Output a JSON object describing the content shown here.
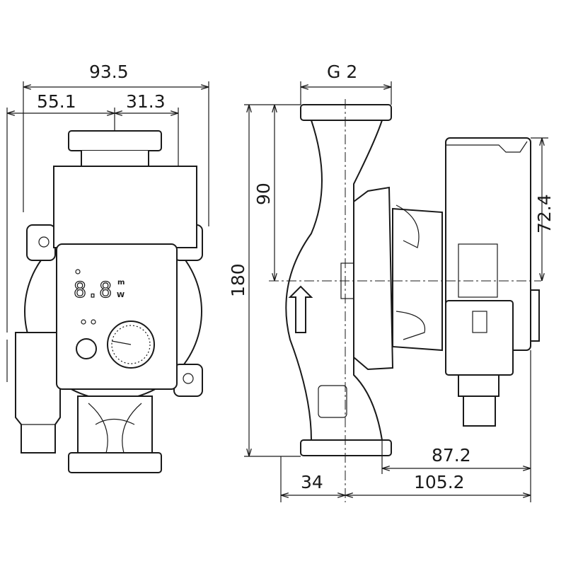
{
  "dimensions": {
    "overall_width": "93.5",
    "left_offset": "55.1",
    "right_offset": "31.3",
    "connection": "G 2",
    "total_height": "180",
    "half_height": "90",
    "motor_height": "72.4",
    "motor_depth": "87.2",
    "rear_depth": "34",
    "total_depth": "105.2"
  },
  "display": {
    "digits": "8.8",
    "unit_top": "m",
    "unit_bottom": "W"
  }
}
